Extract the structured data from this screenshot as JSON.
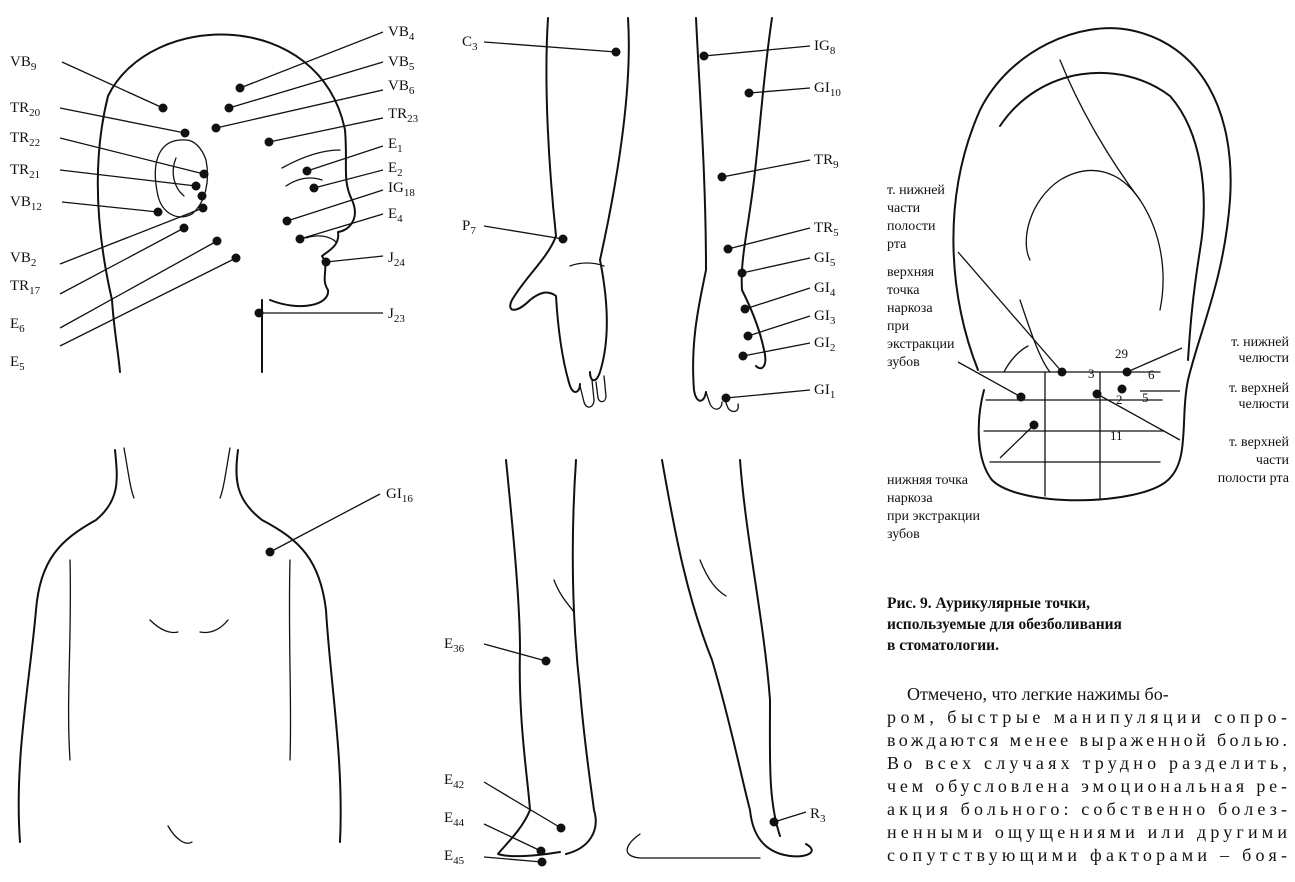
{
  "head_labels": {
    "vb9": "VB9",
    "tr20": "TR20",
    "tr22": "TR22",
    "tr21": "TR21",
    "vb12": "VB12",
    "vb2": "VB2",
    "tr17": "TR17",
    "e6": "E6",
    "e5": "E5",
    "vb4": "VB4",
    "vb5": "VB5",
    "vb6": "VB6",
    "tr23": "TR23",
    "e1": "E1",
    "e2": "E2",
    "ig18": "IG18",
    "e4": "E4",
    "j24": "J24",
    "j23": "J23"
  },
  "arm_labels": {
    "c3": "C3",
    "p7": "P7",
    "ig8": "IG8",
    "gi10": "GI10",
    "tr9": "TR9",
    "tr5": "TR5",
    "gi5": "GI5",
    "gi4": "GI4",
    "gi3": "GI3",
    "gi2": "GI2",
    "gi1": "GI1"
  },
  "torso_labels": {
    "gi16": "GI16"
  },
  "leg_labels": {
    "e36": "E36",
    "e42": "E42",
    "e44": "E44",
    "e45": "E45",
    "r3": "R3"
  },
  "ear_labels": {
    "lower_mouth": [
      "т. нижней",
      "части",
      "полости",
      "рта"
    ],
    "upper_anesthesia": [
      "верхняя",
      "точка",
      "наркоза",
      "при",
      "экстракции",
      "зубов"
    ],
    "lower_anesthesia": [
      "нижняя точка",
      "наркоза",
      "при экстракции",
      "зубов"
    ],
    "lower_jaw": [
      "т. нижней",
      "челюсти"
    ],
    "upper_jaw": [
      "т. верхней",
      "челюсти"
    ],
    "upper_mouth": [
      "т. верхней",
      "части",
      "полости рта"
    ],
    "numbers": {
      "n29": "29",
      "n3": "3",
      "n6": "6",
      "n2": "2",
      "n5": "5",
      "n11": "11"
    }
  },
  "caption": [
    "Рис. 9. Аурикулярные точки,",
    "используемые для обезболивания",
    "в стоматологии."
  ],
  "paragraph": [
    "Отмечено, что легкие нажимы бо-",
    "ром, быстрые манипуляции сопро-",
    "вождаются менее выраженной болью.",
    "Во всех случаях трудно разделить,",
    "чем обусловлена эмоциональная ре-",
    "акция больного: собственно болез-",
    "ненными ощущениями или другими",
    "сопутствующими факторами – боя-"
  ]
}
